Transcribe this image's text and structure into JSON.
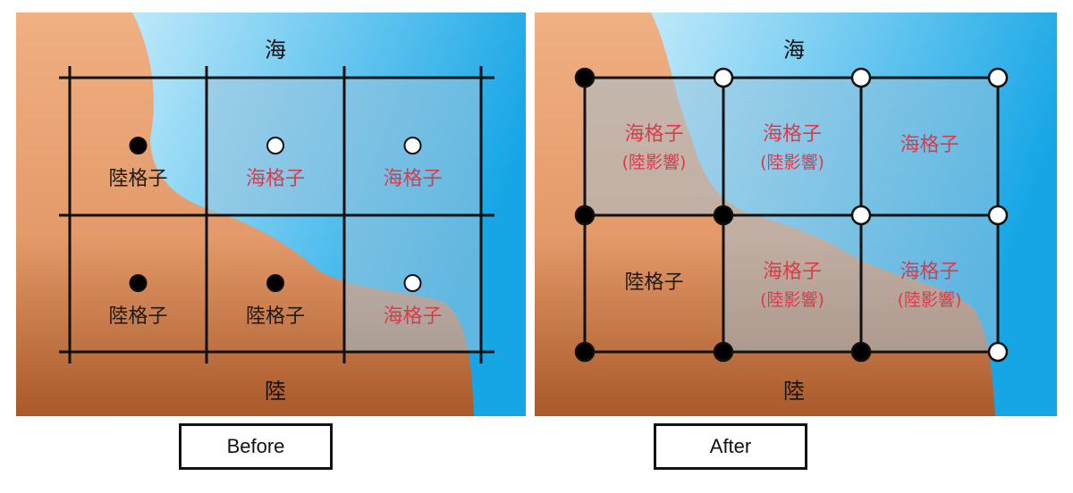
{
  "colors": {
    "land_light": "#f0b082",
    "land_dark": "#a9592a",
    "sea_light": "#eafaff",
    "sea_dark": "#16a6e6",
    "sea_cell": "#9ec4dc",
    "grid_line": "#111111",
    "land_text": "#1a1a1a",
    "sea_text": "#e0384a"
  },
  "before": {
    "label": "Before",
    "sea_label": "海",
    "land_label": "陸",
    "cells": [
      {
        "name": "陸格子",
        "sub": "",
        "type": "land",
        "point": "filled"
      },
      {
        "name": "海格子",
        "sub": "",
        "type": "sea",
        "point": "open"
      },
      {
        "name": "海格子",
        "sub": "",
        "type": "sea",
        "point": "open"
      },
      {
        "name": "陸格子",
        "sub": "",
        "type": "land",
        "point": "filled"
      },
      {
        "name": "陸格子",
        "sub": "",
        "type": "land",
        "point": "filled"
      },
      {
        "name": "海格子",
        "sub": "",
        "type": "sea",
        "point": "open"
      }
    ]
  },
  "after": {
    "label": "After",
    "sea_label": "海",
    "land_label": "陸",
    "cells": [
      {
        "name": "海格子",
        "sub": "(陸影響)",
        "type": "sea_influenced"
      },
      {
        "name": "海格子",
        "sub": "(陸影響)",
        "type": "sea_influenced"
      },
      {
        "name": "海格子",
        "sub": "",
        "type": "sea"
      },
      {
        "name": "陸格子",
        "sub": "",
        "type": "land"
      },
      {
        "name": "海格子",
        "sub": "(陸影響)",
        "type": "sea_influenced"
      },
      {
        "name": "海格子",
        "sub": "(陸影響)",
        "type": "sea_influenced"
      }
    ],
    "corner_points": [
      [
        "filled",
        "open",
        "open",
        "open"
      ],
      [
        "filled",
        "filled",
        "open",
        "open"
      ],
      [
        "filled",
        "filled",
        "filled",
        "open"
      ]
    ]
  }
}
